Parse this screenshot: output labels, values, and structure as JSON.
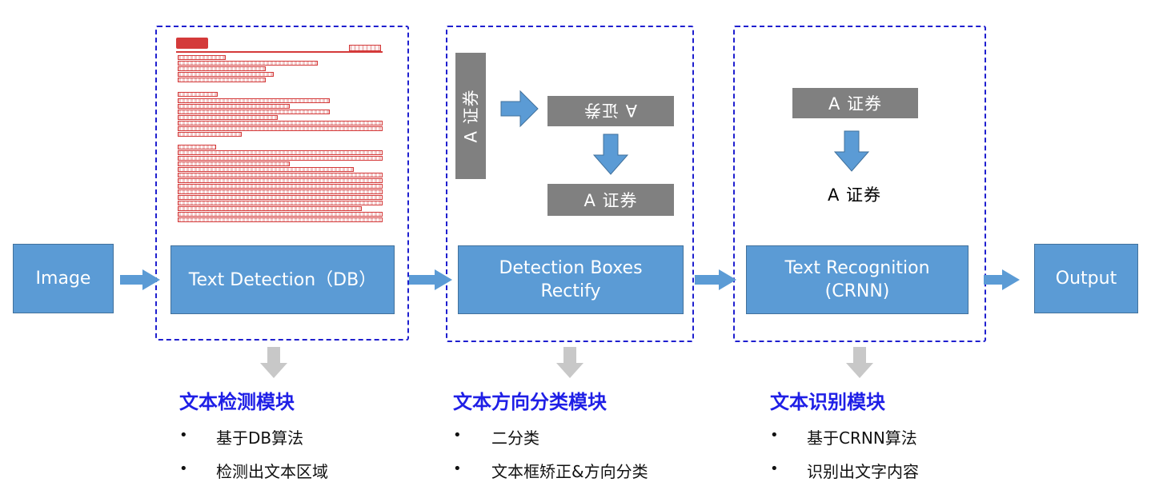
{
  "pipeline": {
    "image_label": "Image",
    "detection_label": "Text Detection（DB）",
    "rectify_label_line1": "Detection Boxes",
    "rectify_label_line2": "Rectify",
    "recognition_label_line1": "Text Recognition",
    "recognition_label_line2": "(CRNN)",
    "output_label": "Output"
  },
  "rectify_example": {
    "rotated_text": "A 证券",
    "upside_down_text": "A 证券",
    "corrected_text": "A 证券"
  },
  "recognition_example": {
    "input_text": "A 证券",
    "output_text": "A 证券"
  },
  "sections": [
    {
      "title": "文本检测模块",
      "bullets": [
        "基于DB算法",
        "检测出文本区域"
      ]
    },
    {
      "title": "文本方向分类模块",
      "bullets": [
        "二分类",
        "文本框矫正&方向分类"
      ]
    },
    {
      "title": "文本识别模块",
      "bullets": [
        "基于CRNN算法",
        "识别出文字内容"
      ]
    }
  ],
  "bullet_symbol": "•",
  "colors": {
    "box_fill": "#5b9bd5",
    "arrow": "#5b9bd5",
    "dashed_border": "#1f1fcf",
    "gray_box": "#808080",
    "gray_arrow": "#c8c8c8",
    "section_title": "#1f1fe6",
    "doc_highlight": "#d43a3a"
  }
}
